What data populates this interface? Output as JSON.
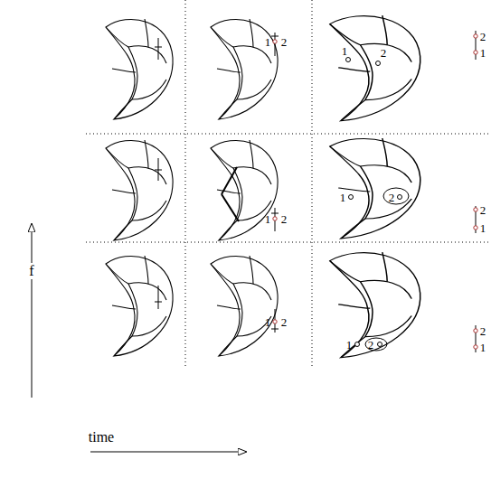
{
  "diagram": {
    "labels": [
      "1",
      "2",
      "1",
      "2",
      "2",
      "1",
      "1",
      "2",
      "1",
      "2",
      "2",
      "1",
      "1",
      "2",
      "1",
      "2",
      "2",
      "1",
      "f",
      "time"
    ]
  }
}
